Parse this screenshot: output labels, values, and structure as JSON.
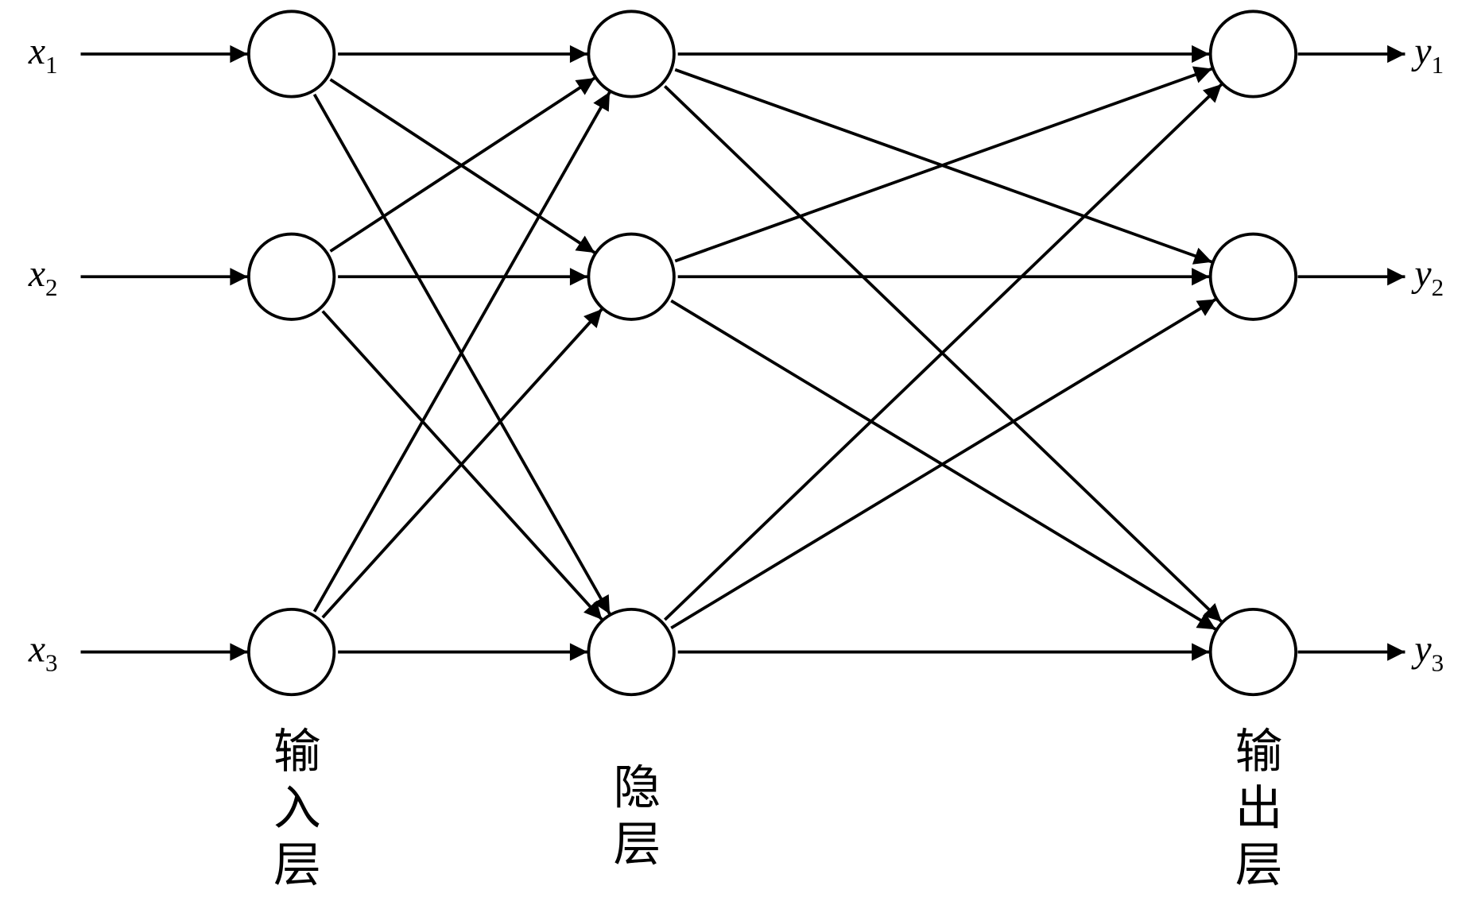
{
  "diagram": {
    "title": "Neural network with input, hidden and output layers",
    "layers": [
      {
        "id": "input",
        "caption": [
          "输",
          "入",
          "层"
        ],
        "nodes": 3
      },
      {
        "id": "hidden",
        "caption": [
          "隐",
          "层"
        ],
        "nodes": 3
      },
      {
        "id": "output",
        "caption": [
          "输",
          "出",
          "层"
        ],
        "nodes": 3
      }
    ],
    "inputs": [
      {
        "var": "x",
        "sub": "1"
      },
      {
        "var": "x",
        "sub": "2"
      },
      {
        "var": "x",
        "sub": "3"
      }
    ],
    "outputs": [
      {
        "var": "y",
        "sub": "1"
      },
      {
        "var": "y",
        "sub": "2"
      },
      {
        "var": "y",
        "sub": "3"
      }
    ],
    "connections": "fully-connected",
    "line_color": "#000000",
    "background": "#ffffff"
  }
}
